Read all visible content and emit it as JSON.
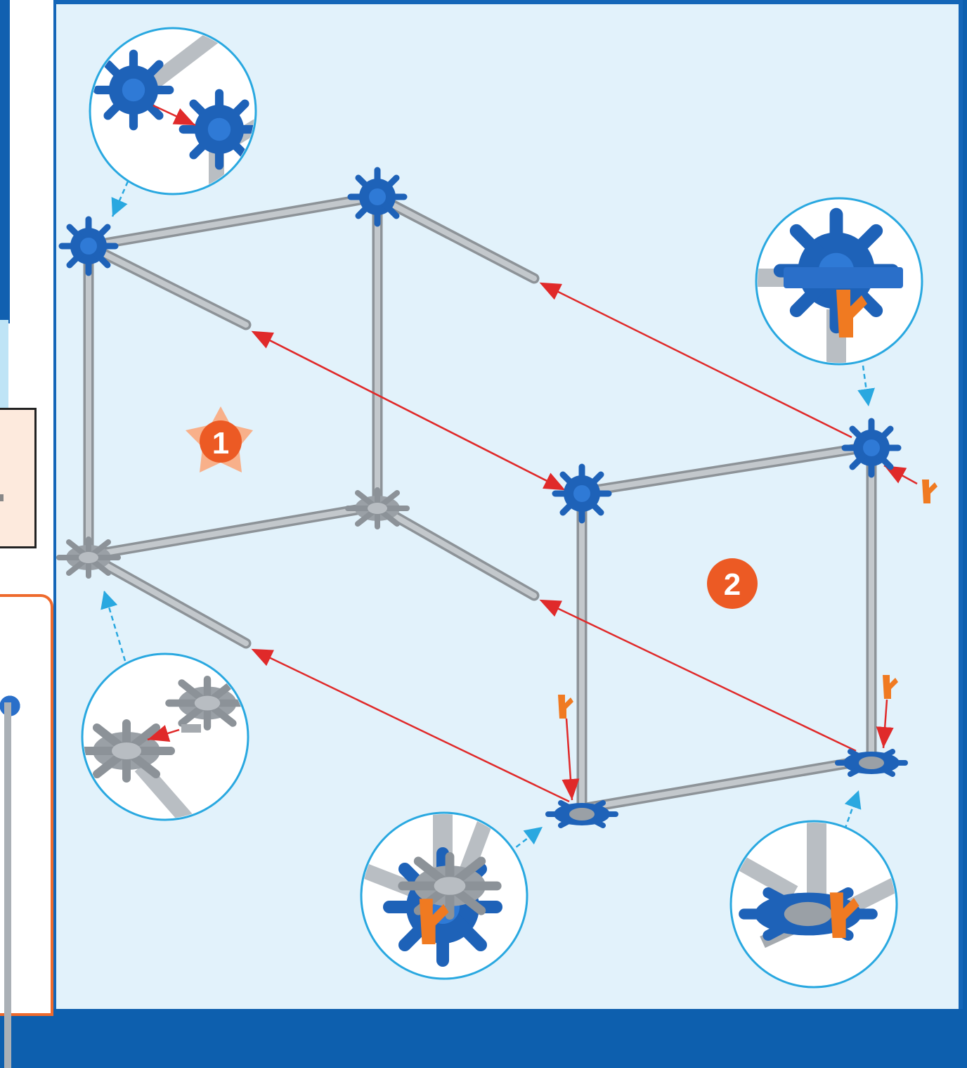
{
  "steps": [
    {
      "number": "1",
      "badge_shape": "star",
      "color": "#ec5a24"
    },
    {
      "number": "2",
      "badge_shape": "circle",
      "color": "#ec5a24"
    }
  ],
  "colors": {
    "panel_background": "#e2f2fb",
    "panel_border": "#1466b8",
    "rod": "#a9aeb3",
    "blue_connector": "#1e62b8",
    "gray_connector": "#9aa0a6",
    "orange_clip": "#f07a21",
    "guide_arrow": "#e02a2a",
    "callout_line": "#29a8e0"
  },
  "icons": [
    "blue-connector-icon",
    "gray-connector-icon",
    "orange-clip-icon",
    "rod-icon"
  ]
}
